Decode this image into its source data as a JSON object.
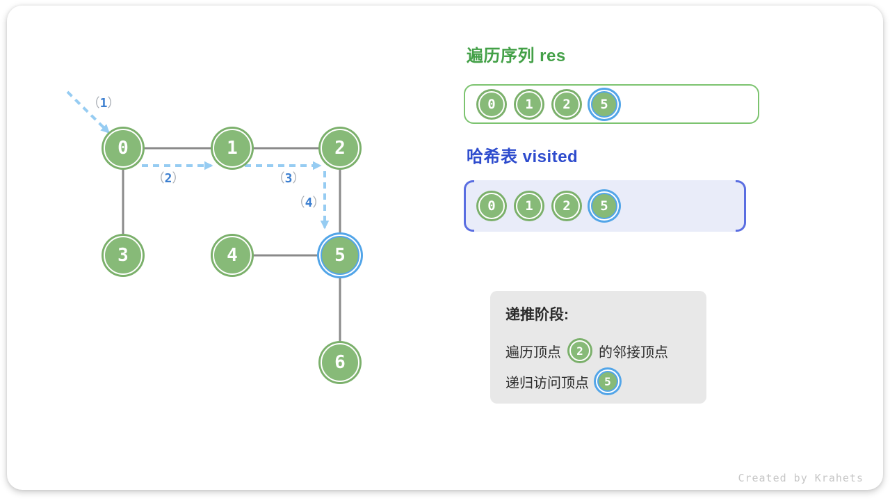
{
  "graph": {
    "nodes": [
      {
        "id": "0",
        "label": "0",
        "current": false
      },
      {
        "id": "1",
        "label": "1",
        "current": false
      },
      {
        "id": "2",
        "label": "2",
        "current": false
      },
      {
        "id": "3",
        "label": "3",
        "current": false
      },
      {
        "id": "4",
        "label": "4",
        "current": false
      },
      {
        "id": "5",
        "label": "5",
        "current": true
      },
      {
        "id": "6",
        "label": "6",
        "current": false
      }
    ],
    "edges": [
      [
        "0",
        "1"
      ],
      [
        "1",
        "2"
      ],
      [
        "0",
        "3"
      ],
      [
        "2",
        "5"
      ],
      [
        "4",
        "5"
      ],
      [
        "5",
        "6"
      ]
    ],
    "steps": [
      {
        "label": "1"
      },
      {
        "label": "2"
      },
      {
        "label": "3"
      },
      {
        "label": "4"
      }
    ],
    "paren_open": "（",
    "paren_close": "）"
  },
  "panels": {
    "res_title": "遍历序列 res",
    "res_items": [
      "0",
      "1",
      "2",
      "5"
    ],
    "res_current": "5",
    "visited_title": "哈希表 visited",
    "visited_items": [
      "0",
      "1",
      "2",
      "5"
    ],
    "visited_current": "5"
  },
  "status": {
    "title": "递推阶段:",
    "line1_prefix": "遍历顶点",
    "line1_vertex": "2",
    "line1_suffix": "的邻接顶点",
    "line2_prefix": "递归访问顶点",
    "line2_vertex": "5"
  },
  "watermark": "Created by Krahets",
  "colors": {
    "node_green": "#87ba78",
    "node_ring_green": "#7bb06b",
    "highlight_blue": "#52a5e8",
    "edge_gray": "#8a8a8a",
    "arrow_blue": "#96ccf2",
    "step_digit_blue": "#3c7fd0",
    "paren_gray": "#a9aeb5",
    "res_title_green": "#43a047",
    "res_border_green": "#7cc36f",
    "visited_title_blue": "#2d4bcd",
    "visited_border_blue": "#5a6ee1",
    "visited_bg": "#e9ecf9",
    "status_bg": "#e8e8e8",
    "watermark_gray": "#c6c6c6"
  }
}
